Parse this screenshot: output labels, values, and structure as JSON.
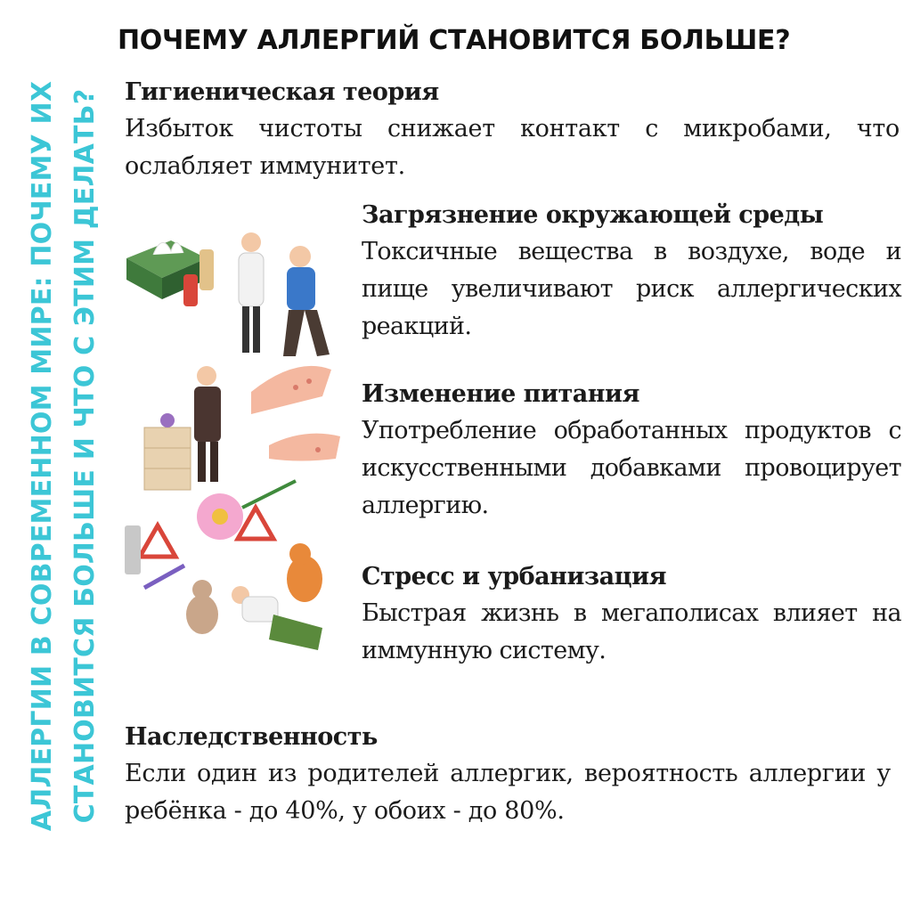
{
  "side": {
    "line1": "Аллергии в современном мире: почему их",
    "line2": "становится больше и что с этим делать?"
  },
  "title": "ПОЧЕМУ АЛЛЕРГИЙ СТАНОВИТСЯ БОЛЬШЕ?",
  "sections": [
    {
      "heading": "Гигиеническая теория",
      "text": "Избыток чистоты снижает контакт с микробами, что ослабляет иммунитет."
    },
    {
      "heading": "Загрязнение окружающей среды",
      "text": "Токсичные вещества в воздухе, воде и пище увеличивают риск аллергических реакций."
    },
    {
      "heading": "Изменение питания",
      "text": "Употребление обработанных продуктов с искусственными добавками провоцирует аллергию."
    },
    {
      "heading": "Стресс и урбанизация",
      "text": "Быстрая жизнь в мегаполисах влияет на иммунную систему."
    },
    {
      "heading": "Наследственность",
      "text": "Если один из родителей аллергик, вероятность аллергии у ребёнка - до 40%, у обоих - до 80%."
    }
  ],
  "colors": {
    "accent": "#3cc6d6",
    "text": "#1b1b1b"
  }
}
